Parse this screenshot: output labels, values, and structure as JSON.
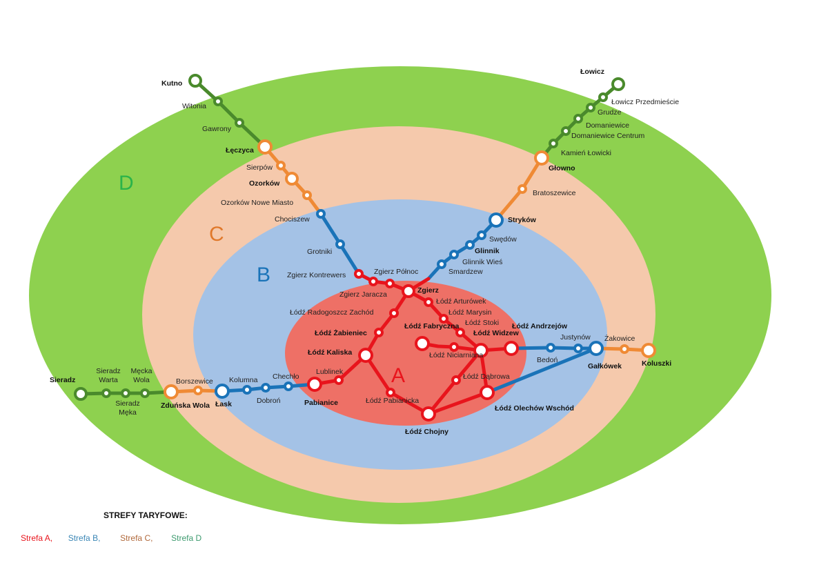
{
  "colors": {
    "zone_a": "#ee7066",
    "zone_b": "#a4c2e6",
    "zone_c": "#f5c9ac",
    "zone_d": "#8ed14f",
    "line_a": "#e8141c",
    "line_b": "#1a73b8",
    "line_c": "#ef8a35",
    "line_d": "#4a8a2c",
    "white": "#ffffff"
  },
  "zones": {
    "a": "A",
    "b": "B",
    "c": "C",
    "d": "D"
  },
  "legend": {
    "title": "STREFY TARYFOWE:",
    "a": "Strefa A,",
    "b": "Strefa B,",
    "c": "Strefa C,",
    "d": "Strefa D"
  },
  "stations": {
    "kutno": "Kutno",
    "witonia": "Witonia",
    "gawrony": "Gawrony",
    "leczyca": "Łęczyca",
    "sierpow": "Sierpów",
    "ozorkow": "Ozorków",
    "ozorkow_nm": "Ozorków Nowe Miasto",
    "chociszew": "Chociszew",
    "grotniki": "Grotniki",
    "zgierz_kontrewers": "Zgierz Kontrewers",
    "zgierz_polnoc": "Zgierz Północ",
    "zgierz_jaracza": "Zgierz Jaracza",
    "zgierz": "Zgierz",
    "lodz_radogoszcz": "Łódź Radogoszcz Zachód",
    "lodz_zabieniec": "Łódź Żabieniec",
    "lodz_kaliska": "Łódź Kaliska",
    "lublinek": "Lublinek",
    "pabianice": "Pabianice",
    "lodz_pabianicka": "Łódź Pabianicka",
    "lodz_chojny": "Łódź Chojny",
    "lodz_fabryczna": "Łódź Fabryczna",
    "lodz_niciarniana": "Łódź Niciarniana",
    "lodz_arturowek": "Łódź Arturówek",
    "lodz_marysin": "Łódź Marysin",
    "lodz_stoki": "Łódź Stoki",
    "lodz_widzew": "Łódź Widzew",
    "lodz_dabrowa": "Łódź Dąbrowa",
    "lodz_andrzejow": "Łódź Andrzejów",
    "lodz_olechow": "Łódź Olechów Wschód",
    "lowicz": "Łowicz",
    "lowicz_p": "Łowicz Przedmieście",
    "grudze": "Grudze",
    "domaniewice": "Domaniewice",
    "domaniewice_c": "Domaniewice Centrum",
    "kamien": "Kamień Łowicki",
    "glowno": "Głowno",
    "bratoszewice": "Bratoszewice",
    "strykow": "Stryków",
    "swedow": "Swędów",
    "glinnik": "Glinnik",
    "glinnik_wies": "Glinnik Wieś",
    "smardzew": "Smardzew",
    "bedon": "Bedoń",
    "justynow": "Justynów",
    "galkowek": "Gałkówek",
    "zakowice": "Żakowice",
    "koluszki": "Koluszki",
    "sieradz": "Sieradz",
    "sieradz_warta": "Sieradz Warta",
    "sieradz_meka": "Sieradz Męka",
    "mecka_wola": "Męcka Wola",
    "zdunska_wola": "Zduńska Wola",
    "borszewice": "Borszewice",
    "lask": "Łask",
    "kolumna": "Kolumna",
    "dobron": "Dobroń",
    "chechlo": "Chechło"
  }
}
